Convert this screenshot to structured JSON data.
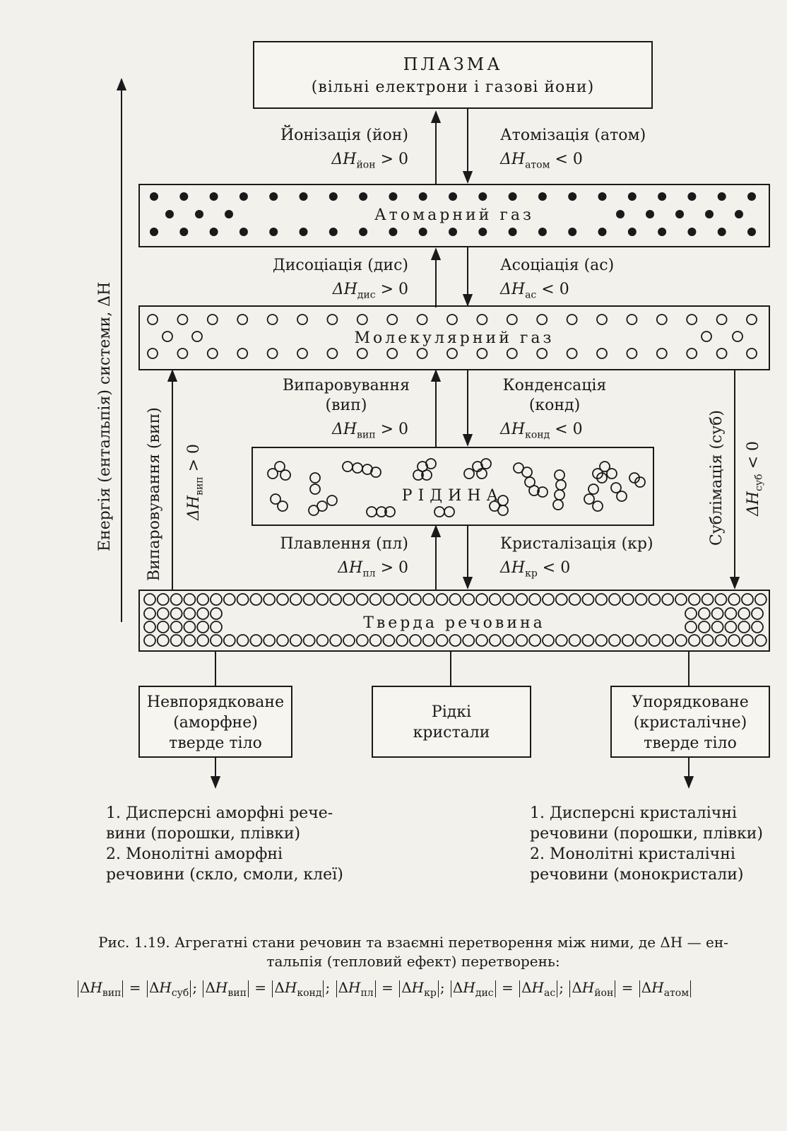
{
  "boxes": {
    "plasma_title": "ПЛАЗМА",
    "plasma_sub": "(вільні електрони і газові йони)",
    "atomic_gas": "Атомарний газ",
    "molecular_gas": "Молекулярний газ",
    "liquid": "РІДИНА",
    "solid": "Тверда речовина",
    "amorphous": [
      "Невпорядковане",
      "(аморфне)",
      "тверде тіло"
    ],
    "liquid_crystals": [
      "Рідкі",
      "кристали"
    ],
    "crystalline": [
      "Упорядковане",
      "(кристалічне)",
      "тверде тіло"
    ]
  },
  "transitions": {
    "ionization": "Йонізація (йон)",
    "ionization_dh": "ΔH",
    "ionization_sub": "йон",
    "ionization_sign": "> 0",
    "atomization": "Атомізація (атом)",
    "atomization_sub": "атом",
    "atomization_sign": "< 0",
    "dissociation": "Дисоціація (дис)",
    "dissociation_sub": "дис",
    "dissociation_sign": "> 0",
    "association": "Асоціація (ас)",
    "association_sub": "ас",
    "association_sign": "< 0",
    "evaporation_1": "Випаровування",
    "evaporation_2": "(вип)",
    "evaporation_sub": "вип",
    "evaporation_sign": "> 0",
    "condensation_1": "Конденсація",
    "condensation_2": "(конд)",
    "condensation_sub": "конд",
    "condensation_sign": "< 0",
    "melting": "Плавлення (пл)",
    "melting_sub": "пл",
    "melting_sign": "> 0",
    "crystallization": "Кристалізація (кр)",
    "crystallization_sub": "кр",
    "crystallization_sign": "< 0",
    "left_side": "Випаровування (вип)",
    "left_side_sub": "вип",
    "left_side_sign": "> 0",
    "right_side": "Сублімація (суб)",
    "right_side_sub": "суб",
    "right_side_sign": "< 0",
    "energy_axis": "Енергія (ентальпія) системи, ΔH"
  },
  "lists": {
    "amorphous": [
      "1. Дисперсні аморфні рече-",
      "вини (порошки, плівки)",
      "2. Монолітні аморфні",
      "речовини (скло, смоли, клеї)"
    ],
    "crystalline": [
      "1. Дисперсні кристалічні",
      "речовини (порошки, плівки)",
      "2. Монолітні кристалічні",
      "речовини (монокристали)"
    ]
  },
  "caption": {
    "line1": "Рис. 1.19. Агрегатні стани речовин та взаємні перетворення між ними, де ΔH — ен-",
    "line2": "тальпія (тепловий ефект) перетворень:",
    "formula": [
      {
        "a": "вип",
        "b": "суб"
      },
      {
        "a": "вип",
        "b": "конд"
      },
      {
        "a": "пл",
        "b": "кр"
      },
      {
        "a": "дис",
        "b": "ас"
      },
      {
        "a": "йон",
        "b": "атом"
      }
    ]
  }
}
